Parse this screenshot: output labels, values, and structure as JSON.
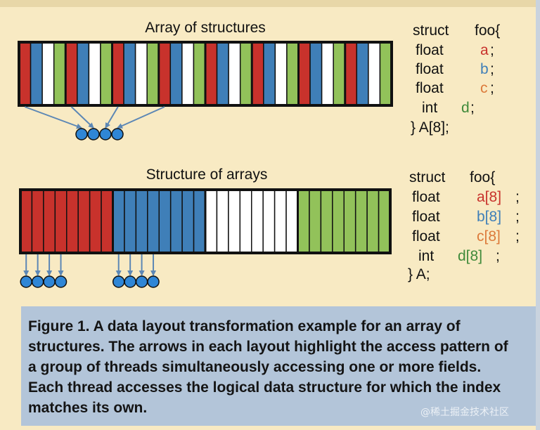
{
  "colors": {
    "red": "#c8322c",
    "blue": "#3f7fb8",
    "white": "#ffffff",
    "green": "#92c25a",
    "arrow": "#5c87b5",
    "thread": "#2f86d6",
    "background": "#f8eac3",
    "caption_background": "#b3c5d9"
  },
  "aos": {
    "title": "Array of structures",
    "element_count": 8,
    "fields": [
      "a",
      "b",
      "c",
      "d"
    ],
    "accessed_field": "a",
    "thread_count": 4,
    "code": {
      "line1": {
        "keyword": "struct",
        "name": "foo{"
      },
      "line2": {
        "type": "float",
        "field": "a",
        "end": ";"
      },
      "line3": {
        "type": "float",
        "field": "b",
        "end": ";"
      },
      "line4": {
        "type": "float",
        "field": "c",
        "end": ";"
      },
      "line5": {
        "type": "int",
        "field": "d",
        "end": ";"
      },
      "line6": "} A[8];"
    }
  },
  "soa": {
    "title": "Structure of arrays",
    "element_count": 8,
    "fields": [
      "a",
      "b",
      "c",
      "d"
    ],
    "thread_groups": [
      {
        "field": "a",
        "thread_count": 4
      },
      {
        "field": "b",
        "thread_count": 4
      }
    ],
    "code": {
      "line1": {
        "keyword": "struct",
        "name": "foo{"
      },
      "line2": {
        "type": "float",
        "field": "a[8]",
        "end": ";"
      },
      "line3": {
        "type": "float",
        "field": "b[8]",
        "end": ";"
      },
      "line4": {
        "type": "float",
        "field": "c[8]",
        "end": ";"
      },
      "line5": {
        "type": "int",
        "field": "d[8]",
        "end": ";"
      },
      "line6": "} A;"
    }
  },
  "caption": {
    "label": "Figure 1.",
    "text": " A data layout transformation example for an array of structures. The arrows in each layout highlight the access pattern of a group of threads simultaneously accessing one or more fields. Each thread accesses the logical data structure for which the index matches its own."
  },
  "watermark": "@稀土掘金技术社区"
}
